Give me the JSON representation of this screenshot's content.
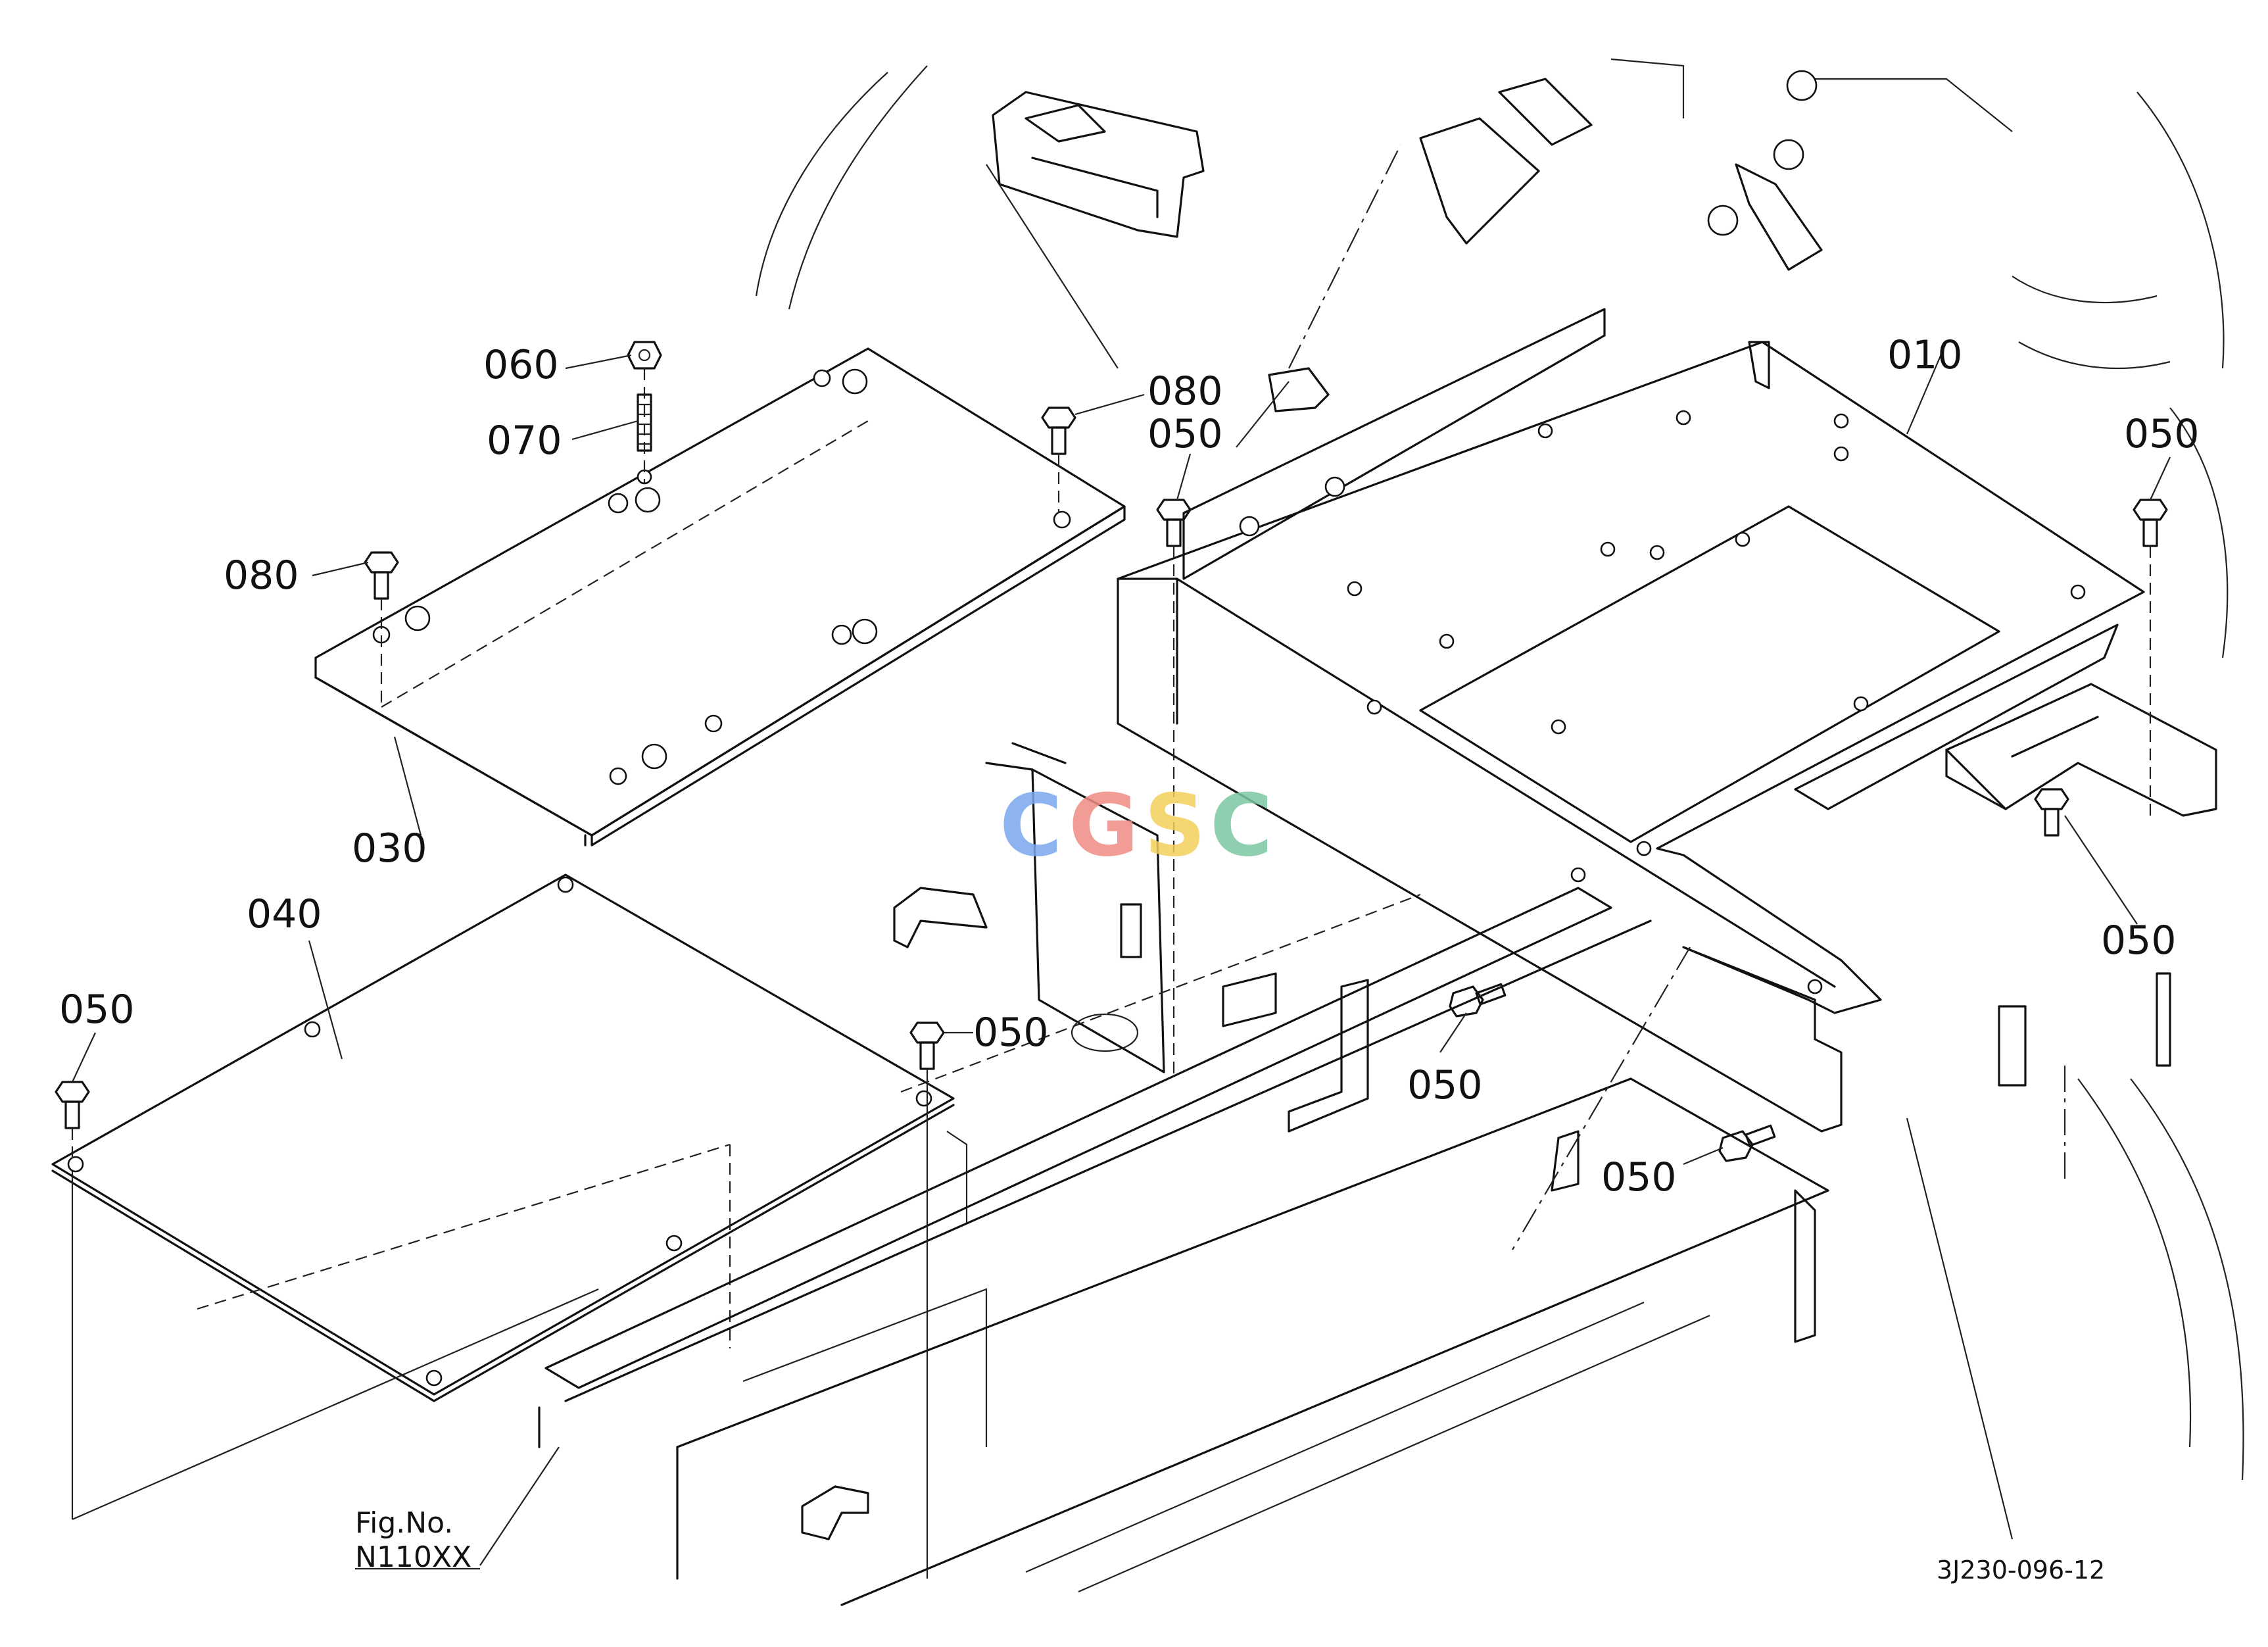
{
  "callouts": [
    {
      "id": "c010",
      "text": "010"
    },
    {
      "id": "c030",
      "text": "030"
    },
    {
      "id": "c040",
      "text": "040"
    },
    {
      "id": "c050a",
      "text": "050"
    },
    {
      "id": "c050b",
      "text": "050"
    },
    {
      "id": "c050c",
      "text": "050"
    },
    {
      "id": "c050d",
      "text": "050"
    },
    {
      "id": "c050e",
      "text": "050"
    },
    {
      "id": "c050f",
      "text": "050"
    },
    {
      "id": "c050g",
      "text": "050"
    },
    {
      "id": "c060",
      "text": "060"
    },
    {
      "id": "c070",
      "text": "070"
    },
    {
      "id": "c080a",
      "text": "080"
    },
    {
      "id": "c080b",
      "text": "080"
    }
  ],
  "figure_ref": {
    "line1": "Fig.No.",
    "line2": "N110XX"
  },
  "drawing_number": "3J230-096-12",
  "watermark": {
    "letters": [
      "C",
      "G",
      "S",
      "C"
    ],
    "colors": [
      "#7aa7ef",
      "#ef8c84",
      "#f3cf5a",
      "#7cc7a2"
    ]
  }
}
